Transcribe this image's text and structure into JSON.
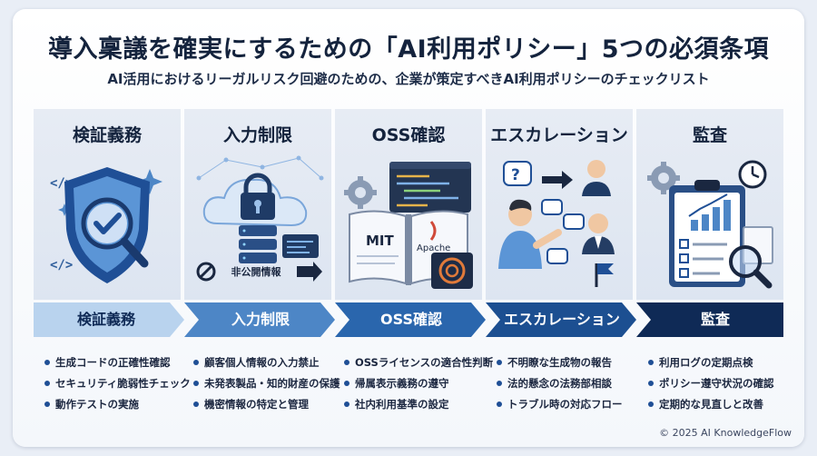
{
  "title": "導入稟議を確実にするための「AI利用ポリシー」5つの必須条項",
  "subtitle": "AI活用におけるリーガルリスク回避のための、企業が策定すべきAI利用ポリシーのチェックリスト",
  "columns": [
    {
      "heading": "検証義務",
      "stage_label": "検証義務",
      "bullets": [
        "生成コードの正確性確認",
        "セキュリティ脆弱性チェック",
        "動作テストの実施"
      ]
    },
    {
      "heading": "入力制限",
      "stage_label": "入力制限",
      "illustration_text": "非公開情報",
      "bullets": [
        "顧客個人情報の入力禁止",
        "未発表製品・知的財産の保護",
        "機密情報の特定と管理"
      ]
    },
    {
      "heading": "OSS確認",
      "stage_label": "OSS確認",
      "illustration_text": [
        "MIT",
        "Apache"
      ],
      "bullets": [
        "OSSライセンスの適合性判断",
        "帰属表示義務の遵守",
        "社内利用基準の設定"
      ]
    },
    {
      "heading": "エスカレーション",
      "stage_label": "エスカレーション",
      "bullets": [
        "不明瞭な生成物の報告",
        "法的懸念の法務部相談",
        "トラブル時の対応フロー"
      ]
    },
    {
      "heading": "監査",
      "stage_label": "監査",
      "bullets": [
        "利用ログの定期点検",
        "ポリシー遵守状況の確認",
        "定期的な見直しと改善"
      ]
    }
  ],
  "icons": [
    "shield-check-icon",
    "cloud-lock-icon",
    "open-book-icon",
    "people-conversation-icon",
    "audit-clipboard-icon"
  ],
  "colors": {
    "chevron_1": "#b9d3ee",
    "chevron_2": "#4d86c6",
    "chevron_3": "#2a66ad",
    "chevron_4": "#1c4f91",
    "chevron_5": "#0f2a56",
    "accent": "#2a66ad"
  },
  "copyright": "© 2025 AI KnowledgeFlow"
}
